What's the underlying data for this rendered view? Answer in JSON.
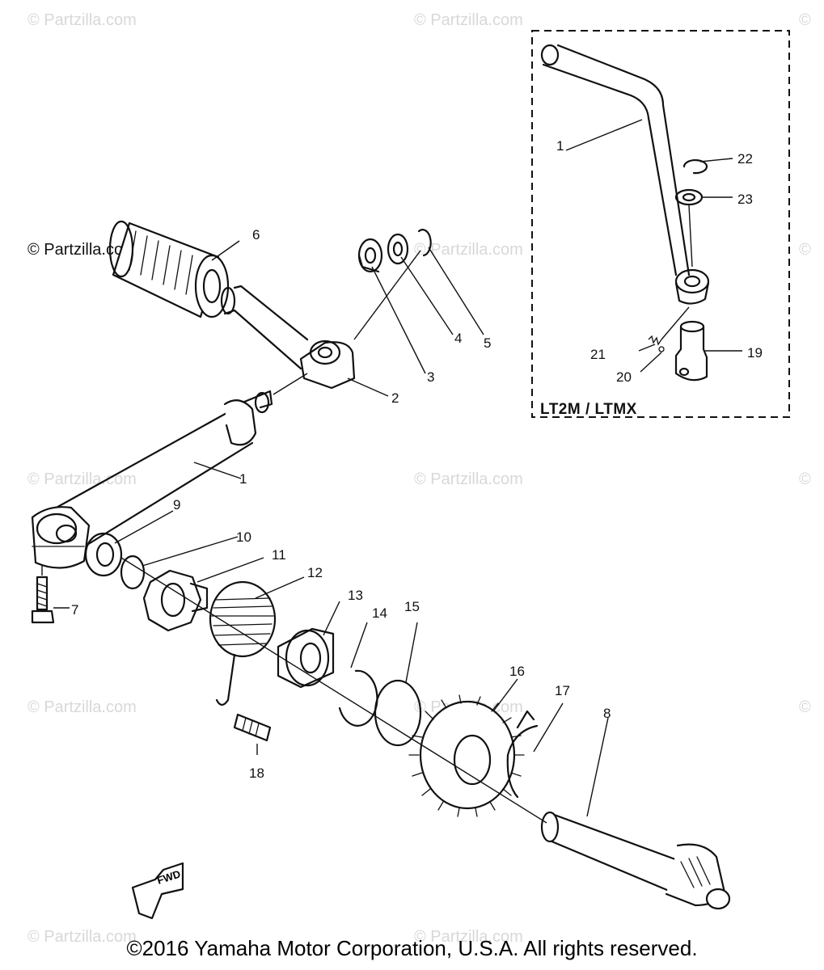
{
  "watermark_text": "© Partzilla.com",
  "corner_label": "© Partzilla.com",
  "variant_label": "LT2M / LTMX",
  "fwd_label": "FWD",
  "copyright": "©2016  Yamaha Motor Corporation, U.S.A. All rights reserved.",
  "callouts": [
    "1",
    "2",
    "3",
    "4",
    "5",
    "6",
    "7",
    "8",
    "9",
    "10",
    "11",
    "12",
    "13",
    "14",
    "15",
    "16",
    "17",
    "18",
    "19",
    "20",
    "21",
    "22",
    "23"
  ],
  "inset_callouts": [
    "1",
    "19",
    "20",
    "21",
    "22",
    "23"
  ]
}
